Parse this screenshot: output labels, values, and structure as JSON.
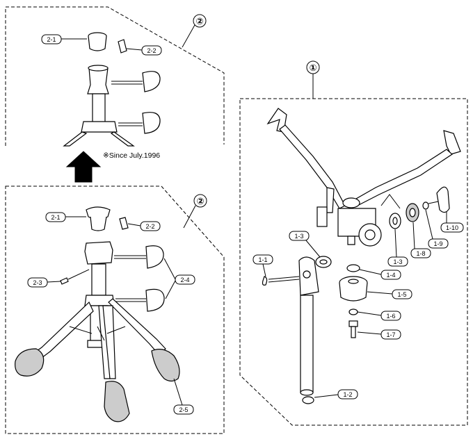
{
  "group_marks": {
    "top_variant": "②",
    "bottom_variant": "②",
    "main_assembly": "①"
  },
  "note": "※Since July.1996",
  "callouts_top": [
    "2-1",
    "2-2"
  ],
  "callouts_bottom": [
    "2-1",
    "2-2",
    "2-3",
    "2-4",
    "2-5"
  ],
  "callouts_main": [
    "1-1",
    "1-2",
    "1-3",
    "1-3",
    "1-4",
    "1-5",
    "1-6",
    "1-7",
    "1-8",
    "1-9",
    "1-10"
  ]
}
